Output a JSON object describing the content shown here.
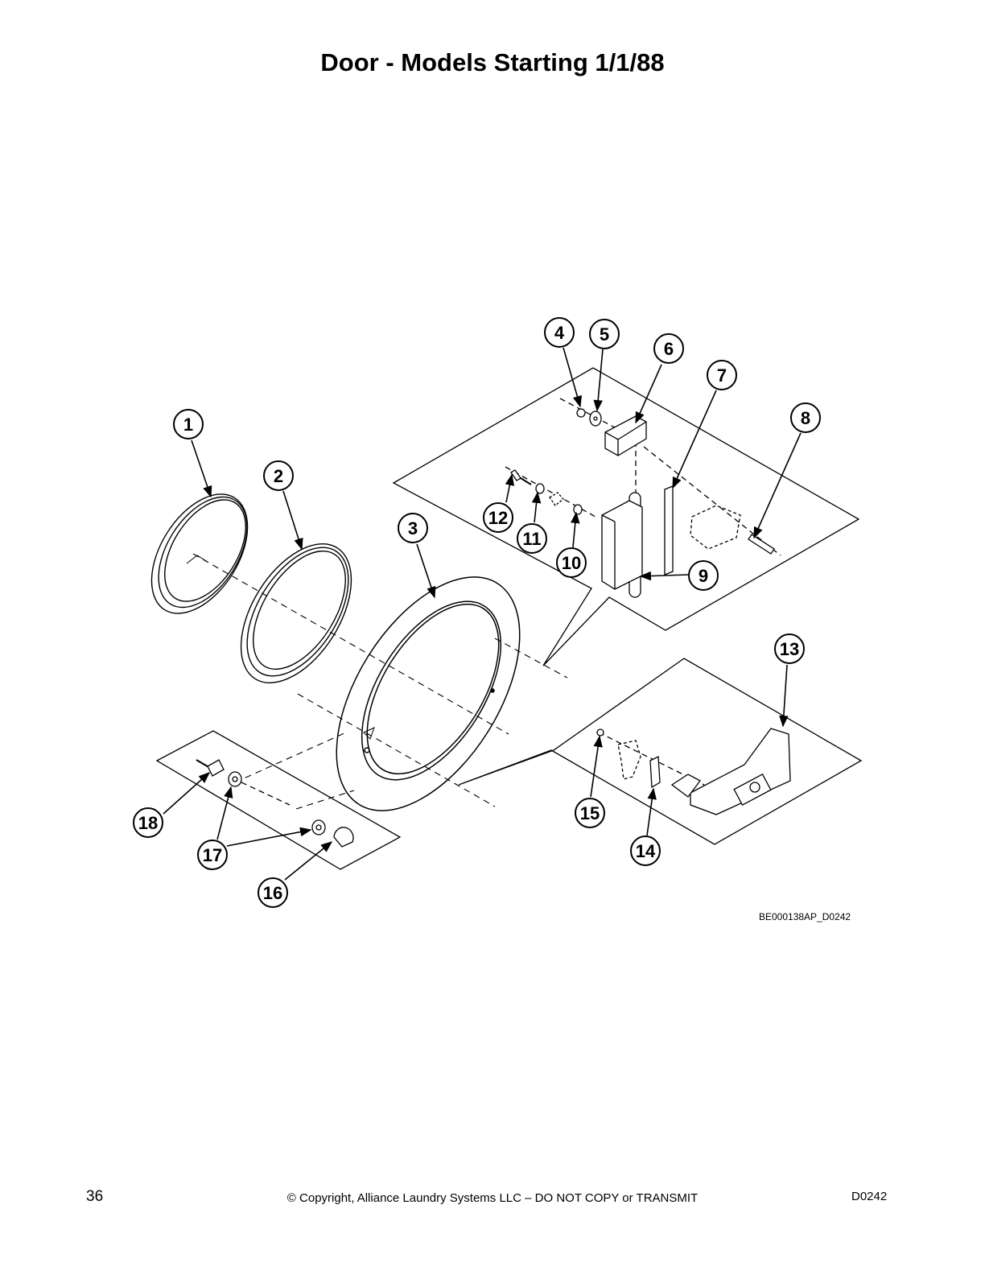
{
  "title": "Door - Models Starting 1/1/88",
  "callouts": [
    "1",
    "2",
    "3",
    "4",
    "5",
    "6",
    "7",
    "8",
    "9",
    "10",
    "11",
    "12",
    "13",
    "14",
    "15",
    "16",
    "17",
    "18"
  ],
  "drawing_code": "BE000138AP_D0242",
  "footer": {
    "page_number": "36",
    "copyright": "© Copyright, Alliance Laundry Systems LLC – DO NOT COPY or TRANSMIT",
    "doc_code": "D0242"
  }
}
